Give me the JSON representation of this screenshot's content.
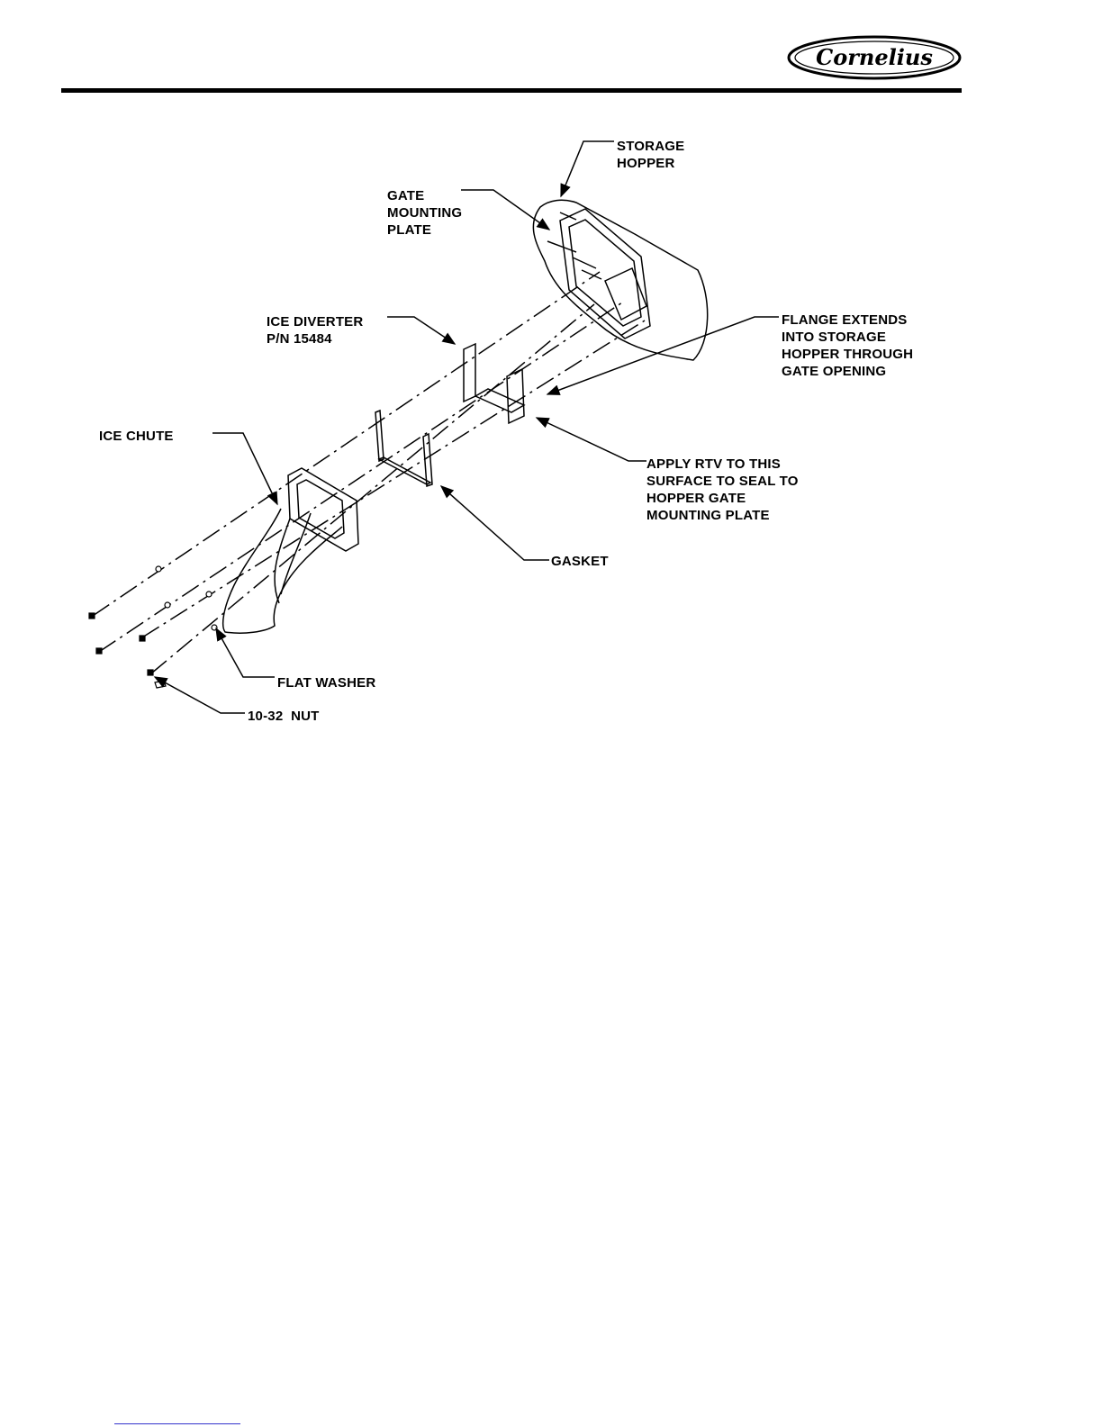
{
  "brand": {
    "logo_text": "Cornelius"
  },
  "labels": {
    "storage_hopper": "STORAGE\nHOPPER",
    "gate_mounting_plate": "GATE\nMOUNTING\nPLATE",
    "ice_diverter": "ICE DIVERTER\nP/N 15484",
    "flange_extends": "FLANGE EXTENDS\nINTO STORAGE\nHOPPER THROUGH\nGATE OPENING",
    "ice_chute": "ICE CHUTE",
    "apply_rtv": "APPLY RTV TO THIS\nSURFACE TO SEAL TO\nHOPPER GATE\nMOUNTING PLATE",
    "gasket": "GASKET",
    "flat_washer": "FLAT WASHER",
    "nut": "10-32  NUT"
  }
}
